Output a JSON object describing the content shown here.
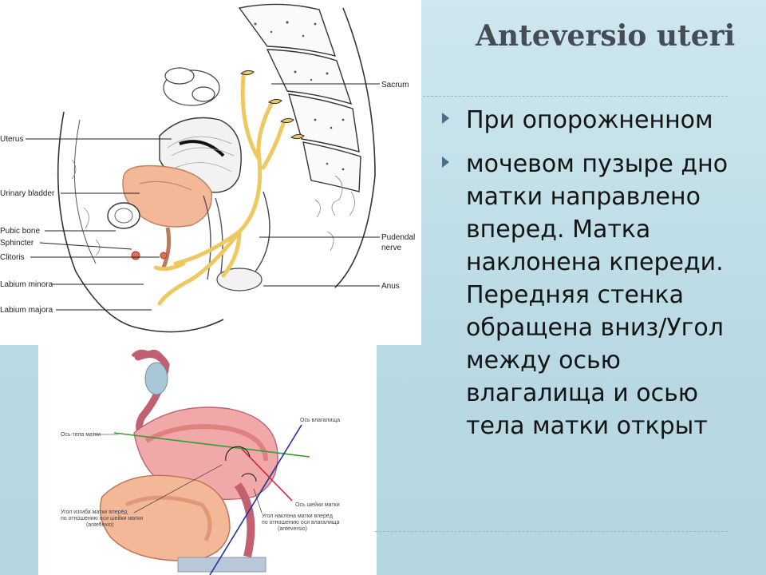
{
  "slide": {
    "title": "Anteversio uteri",
    "bullets": [
      "При опорожненном",
      "мочевом пузыре дно матки направлено вперед. Матка наклонена кпереди. Передняя стенка обращена вниз/Угол между осью влагалища и  осью  тела матки открыт"
    ]
  },
  "figure_top": {
    "labels": {
      "sacrum": "Sacrum",
      "uterus": "Uterus",
      "urinary_bladder": "Urinary bladder",
      "pubic_bone": "Pubic bone",
      "sphincter": "Sphincter",
      "clitoris": "Clitoris",
      "labium_minora": "Labium minora",
      "labium_majora": "Labium majora",
      "pudendal_nerve_1": "Pudendal",
      "pudendal_nerve_2": "nerve",
      "anus": "Anus"
    }
  },
  "figure_bottom": {
    "labels": {
      "uterus_body_axis": "Ось тела матки",
      "vagina_axis": "Ось влагалища",
      "cervix_axis": "Ось шейки матки",
      "angle_flexio_1": "Угол изгиба матки вперёд",
      "angle_flexio_2": "по отношению оси шейки матки",
      "angle_flexio_3": "(anteflexio)",
      "angle_versio_1": "Угол наклона матки вперёд",
      "angle_versio_2": "по отношению оси влагалища",
      "angle_versio_3": "(anteversio)"
    }
  },
  "colors": {
    "background": "#c8e2ea",
    "title": "#464c55",
    "bullet_marker": "#4a6f8a",
    "nerve": "#f0c860",
    "bladder": "#f3b898",
    "uterus_pink": "#f0a8a8",
    "axis_green": "#30a030",
    "axis_blue": "#2030a0",
    "axis_red": "#d02040"
  }
}
